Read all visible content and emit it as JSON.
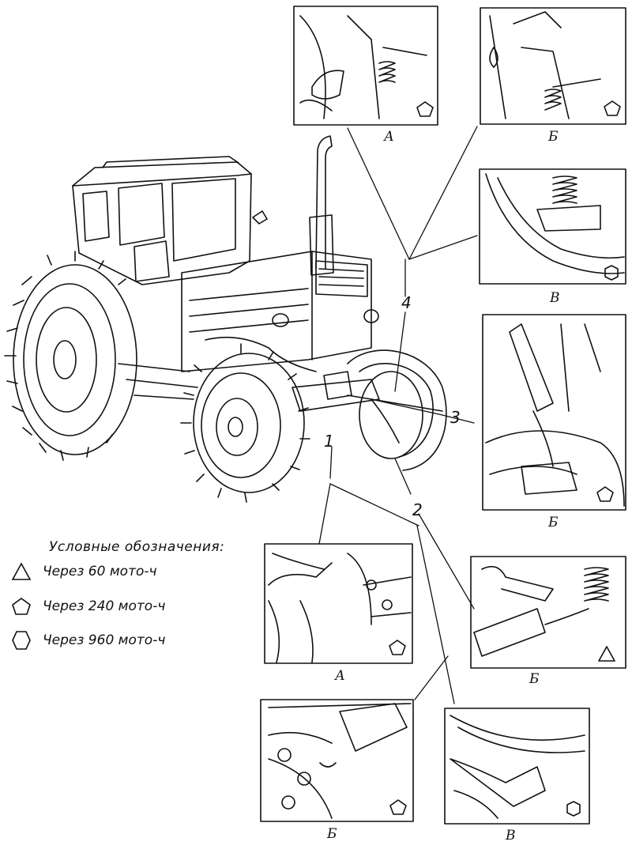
{
  "legend": {
    "title": "Условные обозначения:",
    "items": [
      {
        "symbol": "triangle-icon",
        "label": "Через 60 мото-ч"
      },
      {
        "symbol": "pentagon-icon",
        "label": "Через 240 мото-ч"
      },
      {
        "symbol": "hexagon-icon",
        "label": "Через 960 мото-ч"
      }
    ]
  },
  "callouts": [
    "1",
    "2",
    "3",
    "4"
  ],
  "panels": [
    {
      "letter": "А",
      "symbol": "pentagon-icon"
    },
    {
      "letter": "Б",
      "symbol": "pentagon-icon"
    },
    {
      "letter": "В",
      "symbol": "hexagon-icon"
    },
    {
      "letter": "Б",
      "symbol": "pentagon-icon"
    },
    {
      "letter": "А",
      "symbol": "pentagon-icon"
    },
    {
      "letter": "Б",
      "symbol": "triangle-icon"
    },
    {
      "letter": "Б",
      "symbol": "pentagon-icon"
    },
    {
      "letter": "В",
      "symbol": "hexagon-icon"
    }
  ]
}
